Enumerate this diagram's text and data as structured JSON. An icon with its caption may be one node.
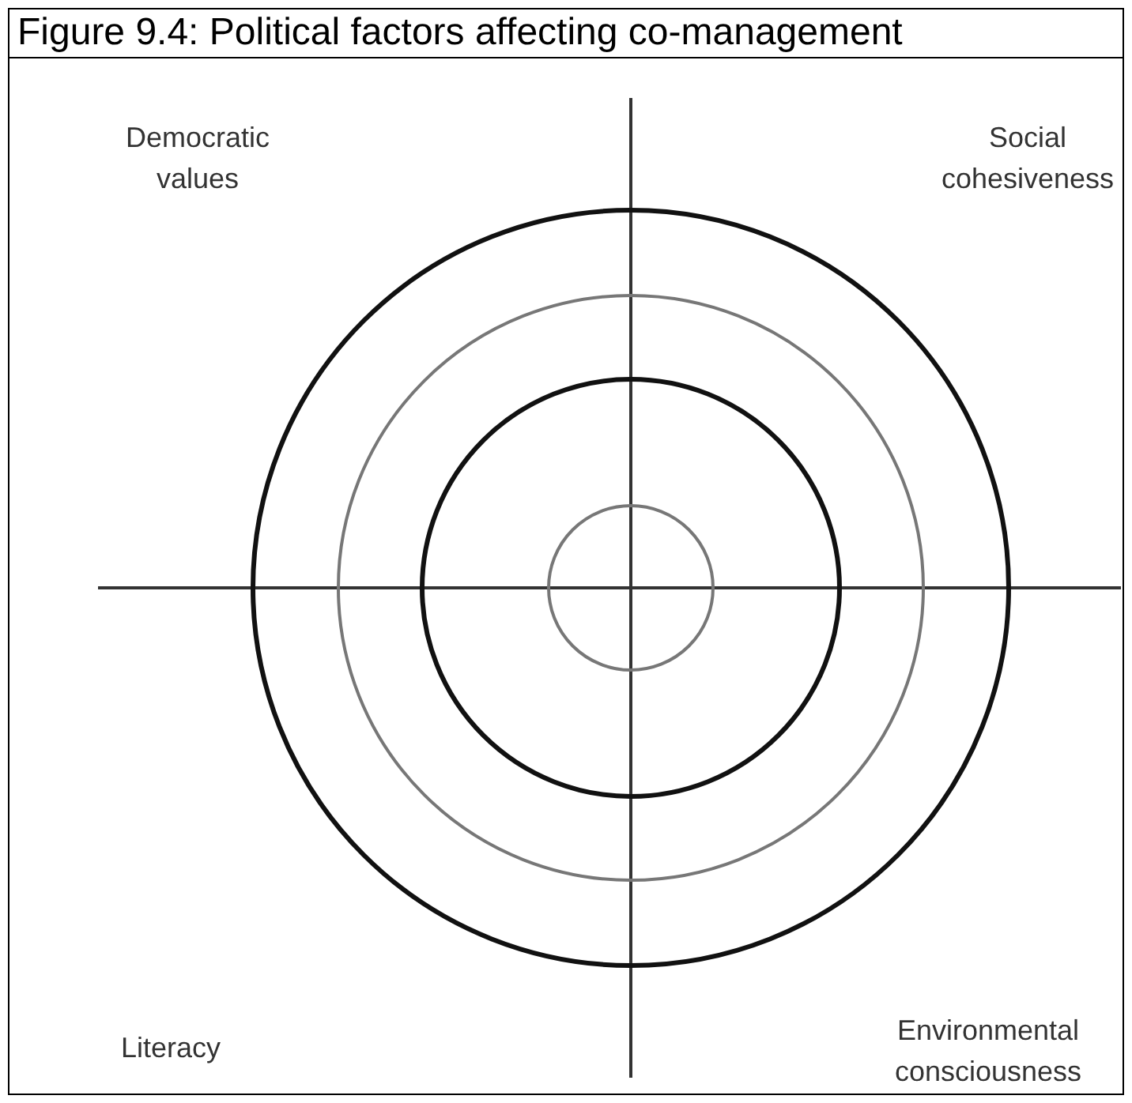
{
  "diagram": {
    "title": "Figure 9.4: Political factors affecting co-management",
    "labels": [
      "Democratic values",
      "Social cohesiveness",
      "Literacy",
      "Environmental consciousness"
    ]
  }
}
